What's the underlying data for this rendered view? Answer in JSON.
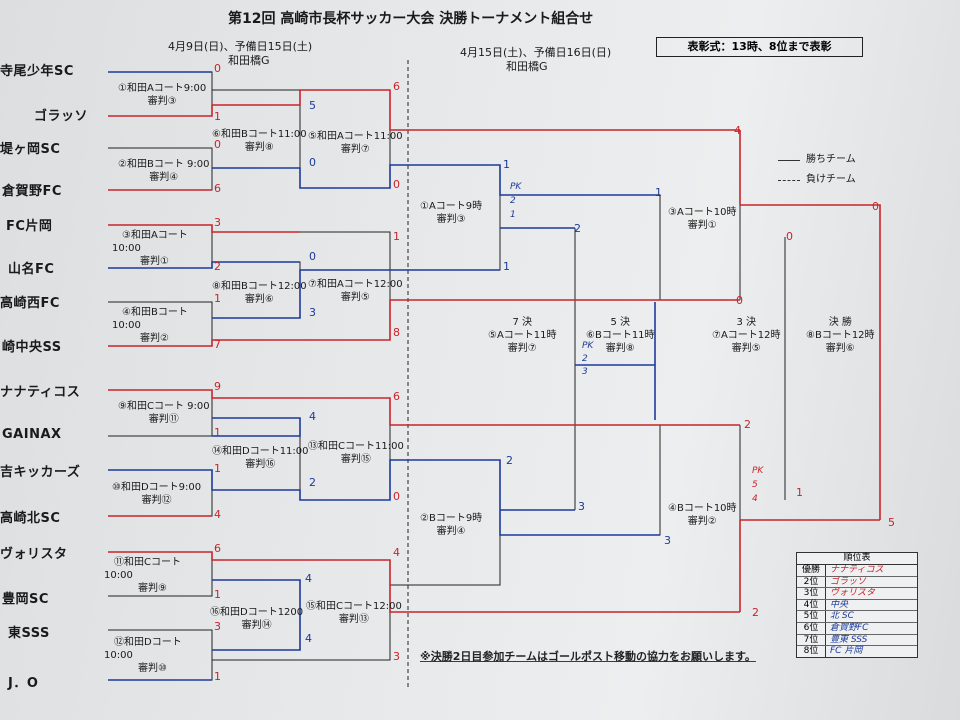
{
  "header": {
    "title": "第12回 高崎市長杯サッカー大会 決勝トーナメント組合せ",
    "day1": "4月9日(日)、予備日15日(土)",
    "venue1": "和田橋G",
    "day2": "4月15日(土)、予備日16日(日)",
    "venue2": "和田橋G",
    "format_note": "表彰式：13時、8位まで表彰"
  },
  "teams": [
    "寺尾少年SC",
    "ゴラッソ",
    "堤ヶ岡SC",
    "倉賀野FC",
    "FC片岡",
    "山名FC",
    "高崎西FC",
    "崎中央SS",
    "ナナティコス",
    "GAINAX",
    "吉キッカーズ",
    "高崎北SC",
    "ヴォリスタ",
    "豊岡SC",
    "東SSS",
    "J．O"
  ],
  "round1": [
    {
      "label": "①和田Aコート9:00",
      "ref": "審判③",
      "s1": "0",
      "s2": "1"
    },
    {
      "label": "②和田Bコート 9:00",
      "ref": "審判④",
      "s1": "0",
      "s2": "6"
    },
    {
      "label": "③和田Aコート",
      "time": "10:00",
      "ref": "審判①",
      "s1": "3",
      "s2": "2"
    },
    {
      "label": "④和田Bコート",
      "time": "10:00",
      "ref": "審判②",
      "s1": "1",
      "s2": "7"
    },
    {
      "label": "⑨和田Cコート 9:00",
      "ref": "審判⑪",
      "s1": "9",
      "s2": "1"
    },
    {
      "label": "⑩和田Dコート9:00",
      "ref": "審判⑫",
      "s1": "1",
      "s2": "4"
    },
    {
      "label": "⑪和田Cコート",
      "time": "10:00",
      "ref": "審判⑨",
      "s1": "6",
      "s2": "1"
    },
    {
      "label": "⑫和田Dコート",
      "time": "10:00",
      "ref": "審判⑩",
      "s1": "3",
      "s2": "1"
    }
  ],
  "round2": [
    {
      "label": "⑥和田Bコート11:00",
      "ref": "審判⑧",
      "s1": "5",
      "s2": "0"
    },
    {
      "label": "⑧和田Bコート12:00",
      "ref": "審判⑥",
      "s1": "0",
      "s2": "3"
    },
    {
      "label": "⑭和田Dコート11:00",
      "ref": "審判⑯",
      "s1": "4",
      "s2": "2"
    },
    {
      "label": "⑯和田Dコート1200",
      "ref": "審判⑭",
      "s1": "4",
      "s2": "4"
    }
  ],
  "round3": [
    {
      "label": "⑤和田Aコート11:00",
      "ref": "審判⑦",
      "s1": "6",
      "s2": "0"
    },
    {
      "label": "⑦和田Aコート12:00",
      "ref": "審判⑤",
      "s1": "1",
      "s2": "8"
    },
    {
      "label": "⑬和田Cコート11:00",
      "ref": "審判⑮",
      "s1": "6",
      "s2": "0"
    },
    {
      "label": "⑮和田Cコート12:00",
      "ref": "審判⑬",
      "s1": "4",
      "s2": "3"
    }
  ],
  "qf": [
    {
      "label": "①Aコート9時",
      "ref": "審判③",
      "s1": "1",
      "s2": "1",
      "pk": [
        "PK",
        "2",
        "1"
      ]
    },
    {
      "label": "②Bコート9時",
      "ref": "審判④",
      "s1": "2",
      "s2": "3"
    }
  ],
  "sf": [
    {
      "label": "③Aコート10時",
      "ref": "審判①",
      "s1": "4",
      "s2": "0",
      "s3": "1"
    },
    {
      "label": "④Bコート10時",
      "ref": "審判②",
      "s1": "2",
      "s2": "2",
      "s3": "3",
      "pk": [
        "PK",
        "5",
        "4"
      ]
    }
  ],
  "placement": [
    {
      "title": "7 決",
      "label": "⑤Aコート11時",
      "ref": "審判⑦",
      "s": "2"
    },
    {
      "title": "5 決",
      "label": "⑥Bコート11時",
      "ref": "審判⑧",
      "pk": [
        "PK",
        "2",
        "3"
      ]
    },
    {
      "title": "3 決",
      "label": "⑦Aコート12時",
      "ref": "審判⑤",
      "s1": "0",
      "s2": "1"
    },
    {
      "title": "決 勝",
      "label": "⑧Bコート12時",
      "ref": "審判⑥",
      "s1": "0",
      "s2": "5"
    }
  ],
  "legend": {
    "win": "勝ちチーム",
    "lose": "負けチーム"
  },
  "ranking": {
    "caption": "順位表",
    "rows": [
      {
        "pos": "優勝",
        "team": "ナナティコス"
      },
      {
        "pos": "2位",
        "team": "ゴラッソ"
      },
      {
        "pos": "3位",
        "team": "ヴォリスタ"
      },
      {
        "pos": "4位",
        "team": "中央"
      },
      {
        "pos": "5位",
        "team": "北 SC"
      },
      {
        "pos": "6位",
        "team": "倉賀野FC"
      },
      {
        "pos": "7位",
        "team": "豊東 SSS"
      },
      {
        "pos": "8位",
        "team": "FC 片岡"
      }
    ]
  },
  "footer_note": "※決勝2日目参加チームはゴールポスト移動の協力をお願いします。",
  "colors": {
    "win": "#c8242c",
    "lose": "#1c3a9a",
    "ink": "#222222"
  }
}
